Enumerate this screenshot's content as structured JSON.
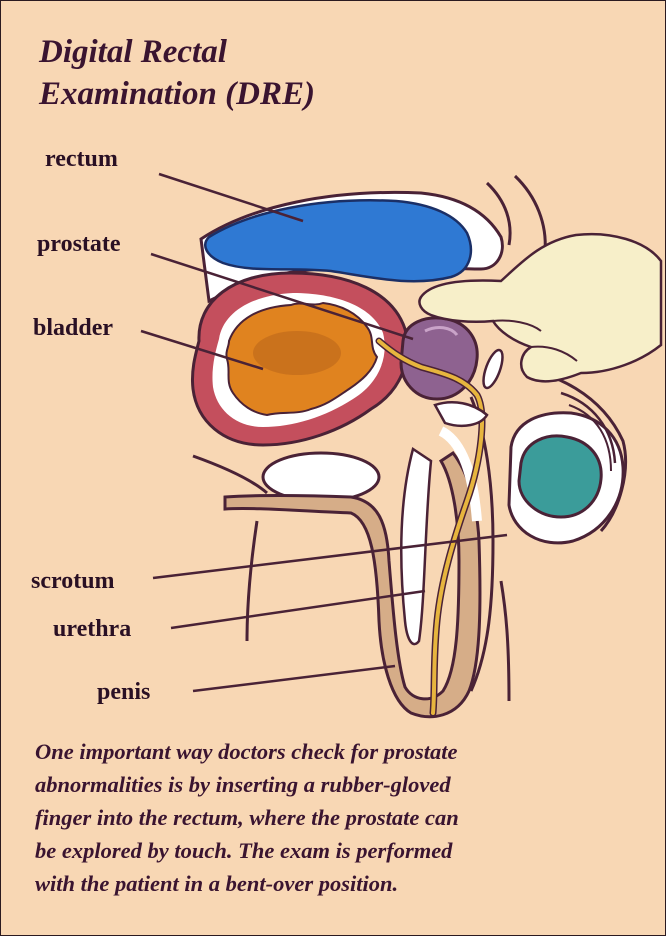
{
  "title_lines": [
    "Digital Rectal",
    "Examination (DRE)"
  ],
  "labels": {
    "rectum": "rectum",
    "prostate": "prostate",
    "bladder": "bladder",
    "scrotum": "scrotum",
    "urethra": "urethra",
    "penis": "penis"
  },
  "caption_lines": [
    "One important way doctors check for prostate",
    "abnormalities is by inserting a rubber-gloved",
    "finger into the rectum, where the prostate can",
    "be explored by touch. The exam is performed",
    "with the patient in a bent-over position."
  ],
  "colors": {
    "background": "#f8d7b4",
    "rectum": "#2f79d3",
    "bladder_wall": "#c44f5d",
    "bladder_inner": "#e0831f",
    "prostate": "#8e6290",
    "testis": "#3b9c9a",
    "skin": "#d6ad88",
    "glove": "#f7efc9",
    "urethra": "#e7b53e",
    "outline": "#4a2236"
  }
}
